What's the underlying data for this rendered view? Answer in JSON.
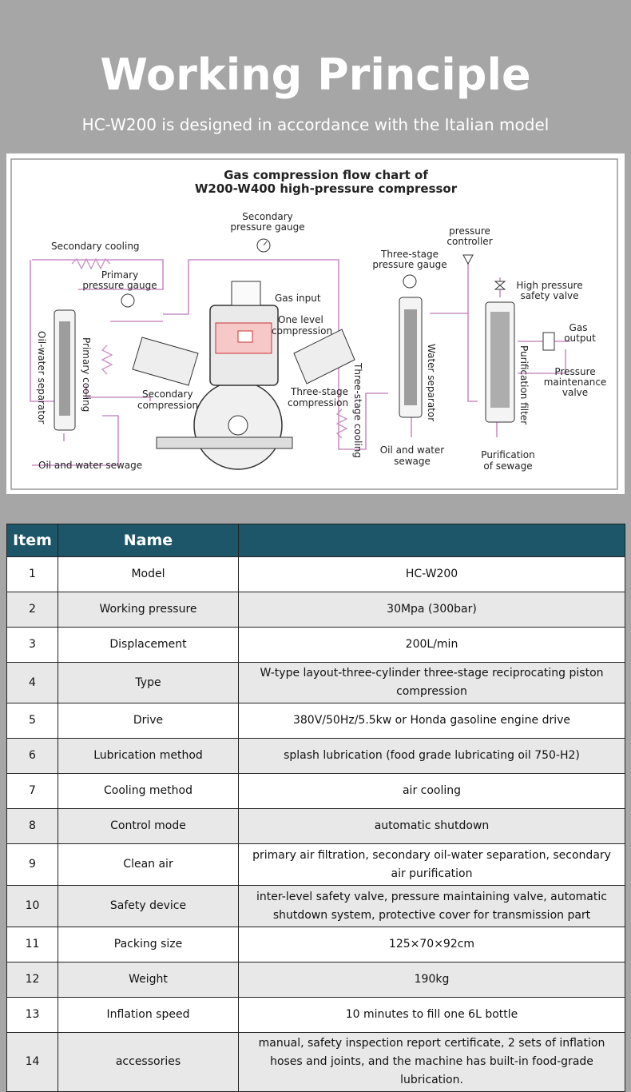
{
  "header": {
    "title": "Working Principle",
    "subtitle": "HC-W200 is designed in accordance with the Italian model"
  },
  "diagram": {
    "title_line1": "Gas compression flow chart of",
    "title_line2": "W200-W400 high-pressure compressor",
    "labels": {
      "secondary_pressure_gauge_1": "Secondary",
      "secondary_pressure_gauge_2": "pressure gauge",
      "secondary_cooling": "Secondary cooling",
      "primary_pressure_gauge_1": "Primary",
      "primary_pressure_gauge_2": "pressure gauge",
      "gas_input": "Gas input",
      "one_level_compression_1": "One level",
      "one_level_compression_2": "compression",
      "oil_water_separator": "Oil-water separator",
      "primary_cooling": "Primary cooling",
      "secondary_compression_1": "Secondary",
      "secondary_compression_2": "compression",
      "three_stage_compression_1": "Three-stage",
      "three_stage_compression_2": "compression",
      "three_stage_cooling": "Three-stage cooling",
      "three_stage_pressure_gauge_1": "Three-stage",
      "three_stage_pressure_gauge_2": "pressure gauge",
      "water_separator": "Water separator",
      "oil_and_water_sewage_left": "Oil and water sewage",
      "oil_and_water_sewage_right_1": "Oil and water",
      "oil_and_water_sewage_right_2": "sewage",
      "pressure_controller_1": "pressure",
      "pressure_controller_2": "controller",
      "high_pressure_safety_valve_1": "High pressure",
      "high_pressure_safety_valve_2": "safety valve",
      "gas_output_1": "Gas",
      "gas_output_2": "output",
      "pressure_maintenance_valve_1": "Pressure",
      "pressure_maintenance_valve_2": "maintenance",
      "pressure_maintenance_valve_3": "valve",
      "purification_filter": "Purification filter",
      "purification_of_sewage_1": "Purification",
      "purification_of_sewage_2": "of sewage"
    }
  },
  "table": {
    "headers": [
      "Item",
      "Name",
      ""
    ],
    "rows": [
      {
        "item": "1",
        "name": "Model",
        "value": "HC-W200"
      },
      {
        "item": "2",
        "name": "Working pressure",
        "value": "30Mpa (300bar)"
      },
      {
        "item": "3",
        "name": "Displacement",
        "value": "200L/min"
      },
      {
        "item": "4",
        "name": "Type",
        "value": "W-type layout-three-cylinder three-stage reciprocating piston compression"
      },
      {
        "item": "5",
        "name": "Drive",
        "value": "380V/50Hz/5.5kw or Honda gasoline engine drive"
      },
      {
        "item": "6",
        "name": "Lubrication method",
        "value": "splash lubrication (food grade lubricating oil 750-H2)"
      },
      {
        "item": "7",
        "name": "Cooling method",
        "value": "air cooling"
      },
      {
        "item": "8",
        "name": "Control mode",
        "value": "automatic shutdown"
      },
      {
        "item": "9",
        "name": "Clean air",
        "value": "primary air filtration, secondary oil-water separation, secondary air purification"
      },
      {
        "item": "10",
        "name": "Safety device",
        "value": "inter-level safety valve, pressure maintaining valve, automatic shutdown system, protective cover for transmission part"
      },
      {
        "item": "11",
        "name": "Packing size",
        "value": "125×70×92cm"
      },
      {
        "item": "12",
        "name": "Weight",
        "value": "190kg"
      },
      {
        "item": "13",
        "name": "Inflation speed",
        "value": "10 minutes to fill one 6L bottle"
      },
      {
        "item": "14",
        "name": "accessories",
        "value": "manual, safety inspection report certificate, 2 sets of inflation hoses and joints, and the machine has built-in food-grade lubrication."
      }
    ]
  },
  "colors": {
    "background": "#a6a6a6",
    "header_row": "#1c5668",
    "pipe": "#c990c4",
    "zebra": "#e8e8e8"
  }
}
